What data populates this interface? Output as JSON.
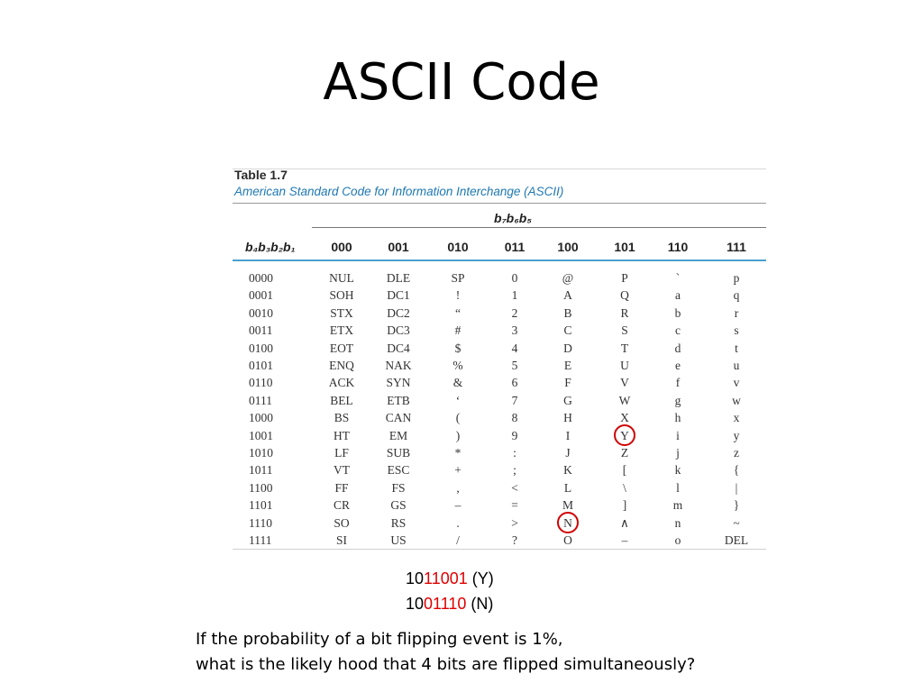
{
  "slide": {
    "title": "ASCII Code"
  },
  "table": {
    "caption_number": "Table 1.7",
    "caption_title": "American Standard Code for Information Interchange (ASCII)",
    "column_group_label": "b₇b₆b₅",
    "row_header_label": "b₄b₃b₂b₁",
    "columns": [
      "000",
      "001",
      "010",
      "011",
      "100",
      "101",
      "110",
      "111"
    ],
    "rows": [
      {
        "code": "0000",
        "cells": [
          "NUL",
          "DLE",
          "SP",
          "0",
          "@",
          "P",
          "`",
          "p"
        ]
      },
      {
        "code": "0001",
        "cells": [
          "SOH",
          "DC1",
          "!",
          "1",
          "A",
          "Q",
          "a",
          "q"
        ]
      },
      {
        "code": "0010",
        "cells": [
          "STX",
          "DC2",
          "“",
          "2",
          "B",
          "R",
          "b",
          "r"
        ]
      },
      {
        "code": "0011",
        "cells": [
          "ETX",
          "DC3",
          "#",
          "3",
          "C",
          "S",
          "c",
          "s"
        ]
      },
      {
        "code": "0100",
        "cells": [
          "EOT",
          "DC4",
          "$",
          "4",
          "D",
          "T",
          "d",
          "t"
        ]
      },
      {
        "code": "0101",
        "cells": [
          "ENQ",
          "NAK",
          "%",
          "5",
          "E",
          "U",
          "e",
          "u"
        ]
      },
      {
        "code": "0110",
        "cells": [
          "ACK",
          "SYN",
          "&",
          "6",
          "F",
          "V",
          "f",
          "v"
        ]
      },
      {
        "code": "0111",
        "cells": [
          "BEL",
          "ETB",
          "‘",
          "7",
          "G",
          "W",
          "g",
          "w"
        ]
      },
      {
        "code": "1000",
        "cells": [
          "BS",
          "CAN",
          "(",
          "8",
          "H",
          "X",
          "h",
          "x"
        ]
      },
      {
        "code": "1001",
        "cells": [
          "HT",
          "EM",
          ")",
          "9",
          "I",
          "Y",
          "i",
          "y"
        ]
      },
      {
        "code": "1010",
        "cells": [
          "LF",
          "SUB",
          "*",
          ":",
          "J",
          "Z",
          "j",
          "z"
        ]
      },
      {
        "code": "1011",
        "cells": [
          "VT",
          "ESC",
          "+",
          ";",
          "K",
          "[",
          "k",
          "{"
        ]
      },
      {
        "code": "1100",
        "cells": [
          "FF",
          "FS",
          ",",
          "<",
          "L",
          "\\",
          "l",
          "|"
        ]
      },
      {
        "code": "1101",
        "cells": [
          "CR",
          "GS",
          "–",
          "=",
          "M",
          "]",
          "m",
          "}"
        ]
      },
      {
        "code": "1110",
        "cells": [
          "SO",
          "RS",
          ".",
          ">",
          "N",
          "∧",
          "n",
          "~"
        ]
      },
      {
        "code": "1111",
        "cells": [
          "SI",
          "US",
          "/",
          "?",
          "O",
          "–",
          "o",
          "DEL"
        ]
      }
    ],
    "highlight_color": "#d00000",
    "highlighted_cells": [
      {
        "row": 9,
        "col": 5,
        "char": "Y"
      },
      {
        "row": 14,
        "col": 4,
        "char": "N"
      }
    ]
  },
  "codes": [
    {
      "black_prefix": "10",
      "red": "11001",
      "suffix": " (Y)"
    },
    {
      "black_prefix": "10",
      "red": "01110",
      "suffix": " (N)"
    }
  ],
  "question": {
    "line1": "If the probability of a bit flipping event is 1%,",
    "line2": "what is the likely hood that 4 bits are flipped simultaneously?"
  }
}
